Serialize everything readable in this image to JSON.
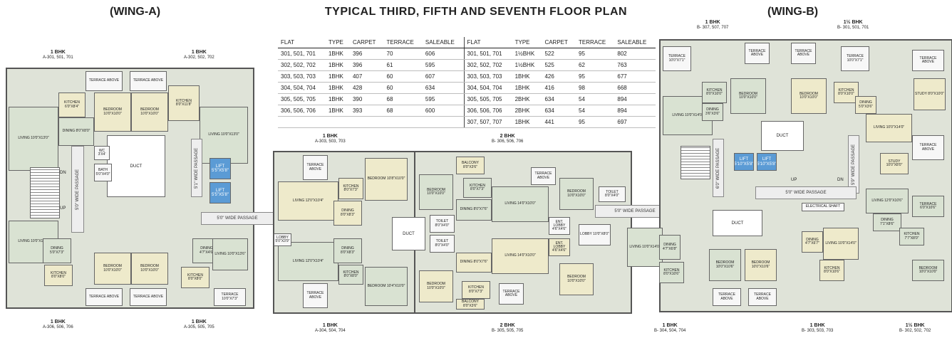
{
  "title": "TYPICAL THIRD, FIFTH AND SEVENTH FLOOR PLAN",
  "wing_a_label": "(WING-A)",
  "wing_b_label": "(WING-B)",
  "table": {
    "headers": [
      "FLAT",
      "TYPE",
      "CARPET",
      "TERRACE",
      "SALEABLE",
      "FLAT",
      "TYPE",
      "CARPET",
      "TERRACE",
      "SALEABLE"
    ],
    "rows": [
      [
        "301, 501, 701",
        "1BHK",
        "396",
        "70",
        "606",
        "301, 501, 701",
        "1½BHK",
        "522",
        "95",
        "802"
      ],
      [
        "302, 502, 702",
        "1BHK",
        "396",
        "61",
        "595",
        "302, 502, 702",
        "1½BHK",
        "525",
        "62",
        "763"
      ],
      [
        "303, 503, 703",
        "1BHK",
        "407",
        "60",
        "607",
        "303, 503, 703",
        "1BHK",
        "426",
        "95",
        "677"
      ],
      [
        "304, 504, 704",
        "1BHK",
        "428",
        "60",
        "634",
        "304, 504, 704",
        "1BHK",
        "416",
        "98",
        "668"
      ],
      [
        "305, 505, 705",
        "1BHK",
        "390",
        "68",
        "595",
        "305, 505, 705",
        "2BHK",
        "634",
        "54",
        "894"
      ],
      [
        "306, 506, 706",
        "1BHK",
        "393",
        "68",
        "600",
        "306, 506, 706",
        "2BHK",
        "634",
        "54",
        "894"
      ],
      [
        "",
        "",
        "",
        "",
        "",
        "307, 507, 707",
        "1BHK",
        "441",
        "95",
        "697"
      ]
    ]
  },
  "flat_labels": {
    "a301": [
      "1 BHK",
      "A-301, 501, 701"
    ],
    "a302": [
      "1 BHK",
      "A-302, 502, 702"
    ],
    "a303": [
      "1 BHK",
      "A-303, 503, 703"
    ],
    "a304": [
      "1 BHK",
      "A-304, 504, 704"
    ],
    "a305": [
      "1 BHK",
      "A-305, 505, 705"
    ],
    "a306": [
      "1 BHK",
      "A-306, 506, 706"
    ],
    "b306": [
      "2 BHK",
      "B- 306, 506, 706"
    ],
    "b305": [
      "2 BHK",
      "B- 305, 505, 705"
    ],
    "b304": [
      "1 BHK",
      "B- 304, 504, 704"
    ],
    "b303": [
      "1 BHK",
      "B- 303, 503, 703"
    ],
    "b302": [
      "1½ BHK",
      "B- 302, 502, 702"
    ],
    "b307": [
      "1 BHK",
      "B- 307, 507, 707"
    ],
    "b301": [
      "1½ BHK",
      "B- 301, 501, 701"
    ]
  },
  "rooms": {
    "terrace_above": "TERRACE ABOVE",
    "duct": "DUCT",
    "lift_a1": "LIFT 5'5\"X5'8\"",
    "lift_a2": "LIFT 5'5\"X5'8\"",
    "lift_b1": "LIFT 5'10\"X5'8\"",
    "lift_b2": "LIFT 5'10\"X5'8\"",
    "living_a1": "LIVING 10'0\"X13'0\"",
    "dining_a1": "DINING 8'0\"X8'0\"",
    "kitchen_a1": "KITCHEN 6'0\"X8'4\"",
    "bedroom_a1": "BEDROOM 10'0\"X10'0\"",
    "bedroom_a2": "BEDROOM 10'0\"X10'0\"",
    "kitchen_a2": "KITCHEN 8'0\"X11'8\"",
    "living_a2": "LIVING 10'0\"X13'0\"",
    "bath_a1": "BATH 5'0\"X4'0\"",
    "wc_a1": "WC 3'X4'",
    "living_a6": "LIVING 10'0\"X13'0\"",
    "dining_a6": "DINING 5'0\"X7'3\"",
    "kitchen_a6": "KITCHEN 8'0\"X8'0\"",
    "bedroom_a6": "BEDROOM 10'0\"X10'0\"",
    "bedroom_a5": "BEDROOM 10'0\"X10'0\"",
    "living_a5": "LIVING 10'0\"X13'6\"",
    "dining_a5": "DINING 4'7\"X4'6\"",
    "kitchen_a5": "KITCHEN 8'0\"X8'0\"",
    "terrace_a": "TERRACE 10'0\"X7'3\"",
    "living_a3": "LIVING 12'0\"X10'4\"",
    "dining_a3": "DINING 8'0\"X8'3\"",
    "kitchen_a3": "KITCHEN 8'0\"X7'3\"",
    "bedroom_a3": "BEDROOM 10'8\"X10'0\"",
    "living_a4": "LIVING 12'0\"X10'4\"",
    "dining_a4": "DINING 8'0\"X8'3\"",
    "kitchen_a4": "KITCHEN 8'0\"X8'0\"",
    "bedroom_a4": "BEDROOM 10'4\"X10'0\"",
    "lobby_a": "LOBBY 5'0\"X3'9\"",
    "bedroom_b6": "BEDROOM 10'0\"X10'0\"",
    "kitchen_b6": "KITCHEN 8'0\"X7'3\"",
    "dining_b6": "DINING 8'0\"X7'6\"",
    "living_b6": "LIVING 14'0\"X10'0\"",
    "balcony_b6": "BALCONY 8'0\"X3'6\"",
    "ent_lobby_b6": "ENT. LOBBY 4'6\"X4'6\"",
    "toilet_b6": "TOILET 8'0\"X4'0\"",
    "bedroom_b6b": "BEDROOM 10'0\"X10'0\"",
    "bedroom_b5": "BEDROOM 10'0\"X10'0\"",
    "kitchen_b5": "KITCHEN 8'0\"X7'3\"",
    "dining_b5": "DINING 8'0\"X7'6\"",
    "living_b5": "LIVING 14'0\"X10'0\"",
    "balcony_b5": "BALCONY 8'0\"X3'6\"",
    "ent_lobby_b5": "ENT. LOBBY 4'6\"X4'6\"",
    "toilet_b5": "TOILET 8'0\"X4'0\"",
    "bedroom_b5b": "BEDROOM 10'0\"X10'0\"",
    "toilet_b": "TOILET 8'0\"X4'0\"",
    "lobby_b": "LOBBY 10'0\"X8'0\"",
    "living_b4": "LIVING 10'0\"X14'0\"",
    "dining_b4": "DINING 4'7\"X6'8\"",
    "kitchen_b4": "KITCHEN 8'0\"X10'6\"",
    "bedroom_b4": "BEDROOM 10'0\"X10'6\"",
    "bedroom_b3": "BEDROOM 10'0\"X10'6\"",
    "kitchen_b3": "KITCHEN 8'0\"X10'6\"",
    "dining_b3": "DINING 4'7\"X6'7\"",
    "living_b3": "LIVING 10'0\"X14'0\"",
    "living_b2": "LIVING 12'0\"X10'6\"",
    "dining_b2": "DINING 7'1\"X8'6\"",
    "kitchen_b2": "KITCHEN 7'7\"X8'0\"",
    "bedroom_b2": "BEDROOM 10'0\"X10'0\"",
    "terrace_b2": "TERRACE 6'0\"X10'6\"",
    "study_b2": "STUDY 10'0\"X8'0\"",
    "electrical_shaft": "ELECTRICAL SHAFT",
    "living_b7": "LIVING 10'0\"X14'0\"",
    "dining_b7": "DINING 3'6\"X3'6\"",
    "kitchen_b7": "KITCHEN 8'0\"X10'0\"",
    "bedroom_b7": "BEDROOM 10'0\"X10'0\"",
    "bedroom_b1": "BEDROOM 10'0\"X10'0\"",
    "kitchen_b1": "KITCHEN 8'0\"X10'0\"",
    "dining_b1": "DINING 5'0\"X3'6\"",
    "living_b1": "LIVING 10'0\"X14'0\"",
    "study_b1": "STUDY 8'0\"X10'0\"",
    "terrace_b1": "TERRACE 10'0\"X7'1\"",
    "terrace_b7": "TERRACE 10'0\"X7'1\""
  },
  "passages": {
    "a_vert": "5'0\" WIDE PASSAGE",
    "a_vert2": "5'1\" WIDE PASSAGE",
    "a_horiz": "5'0\" WIDE PASSAGE",
    "mid": "5'0\" WIDE PASSAGE",
    "b_horiz": "5'0\" WIDE PASSAGE",
    "b_vert1": "6'0\" WIDE PASSAGE",
    "b_vert2": "5'9\" WIDE PASSAGE"
  },
  "stair_marks": {
    "dn": "DN",
    "up": "UP"
  }
}
